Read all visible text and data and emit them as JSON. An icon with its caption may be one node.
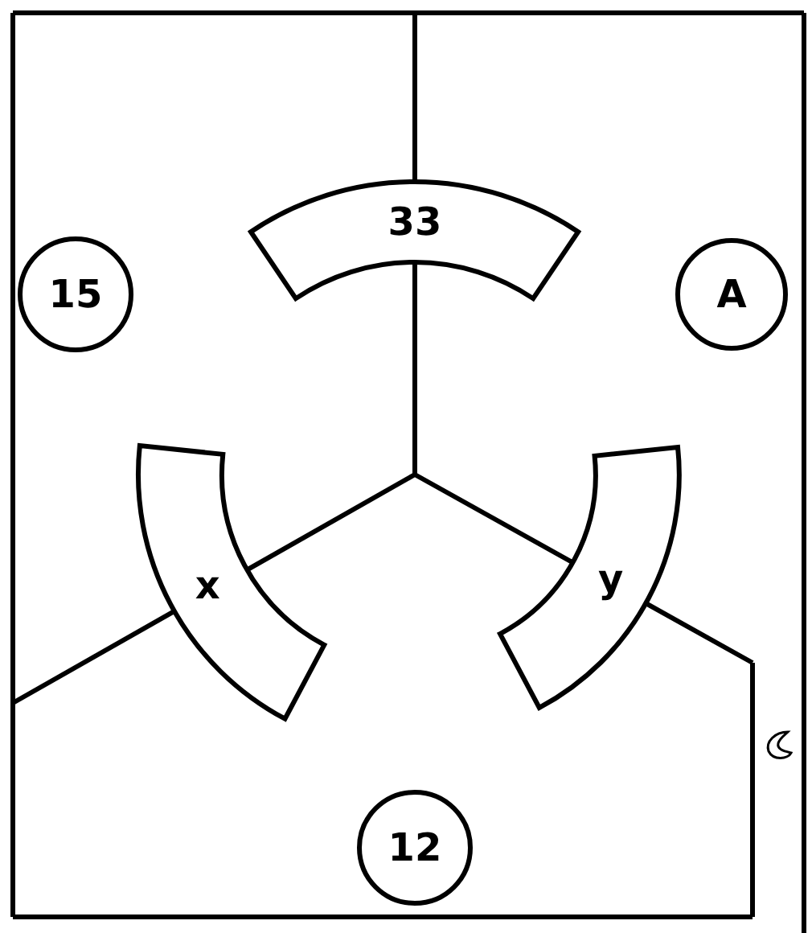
{
  "diagram": {
    "nodes": [
      {
        "text": [
          "33"
        ]
      },
      {
        "text": [
          "15"
        ]
      },
      {
        "text": [
          "A"
        ]
      },
      {
        "text": [
          "x"
        ]
      },
      {
        "text": [
          "y"
        ]
      },
      {
        "text": [
          "12"
        ]
      }
    ]
  }
}
